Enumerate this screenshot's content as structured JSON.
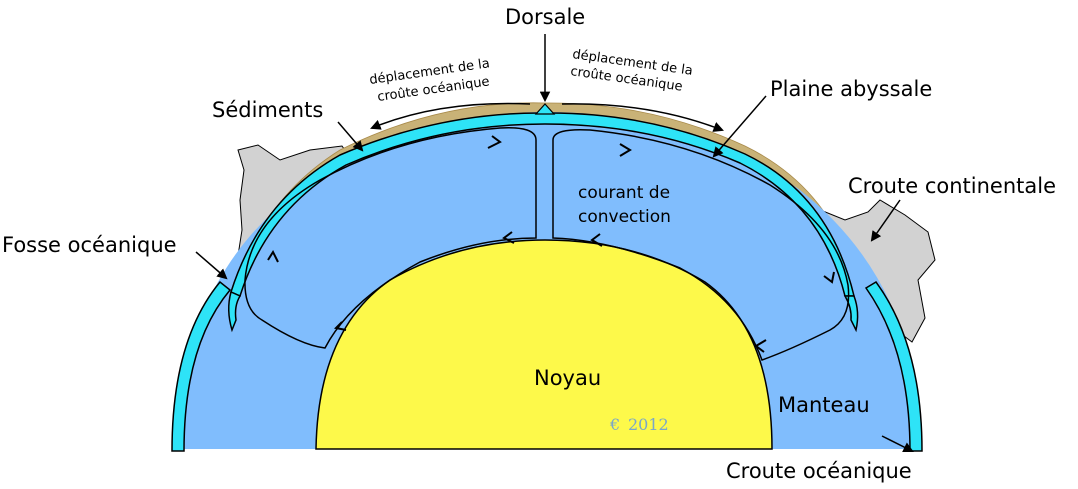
{
  "labels": {
    "dorsale": "Dorsale",
    "plaine_abyssale": "Plaine abyssale",
    "sediments": "Sédiments",
    "croute_continentale": "Croute continentale",
    "fosse_oceanique": "Fosse océanique",
    "croute_oceanique": "Croute océanique",
    "manteau": "Manteau",
    "noyau": "Noyau",
    "courant_line1": "courant de",
    "courant_line2": "convection",
    "deplacement_left_line1": "déplacement de la",
    "deplacement_left_line2": "croûte océanique",
    "deplacement_right_line1": "déplacement de la",
    "deplacement_right_line2": "croûte océanique"
  },
  "watermark": "2012",
  "watermark_symbol": "€",
  "colors": {
    "mantle": "#80bdfd",
    "core": "#fdf94a",
    "oceanic_crust": "#2ee3f7",
    "sediment": "#c9b277",
    "continental_crust": "#d2d2d2",
    "outline": "#000000"
  }
}
